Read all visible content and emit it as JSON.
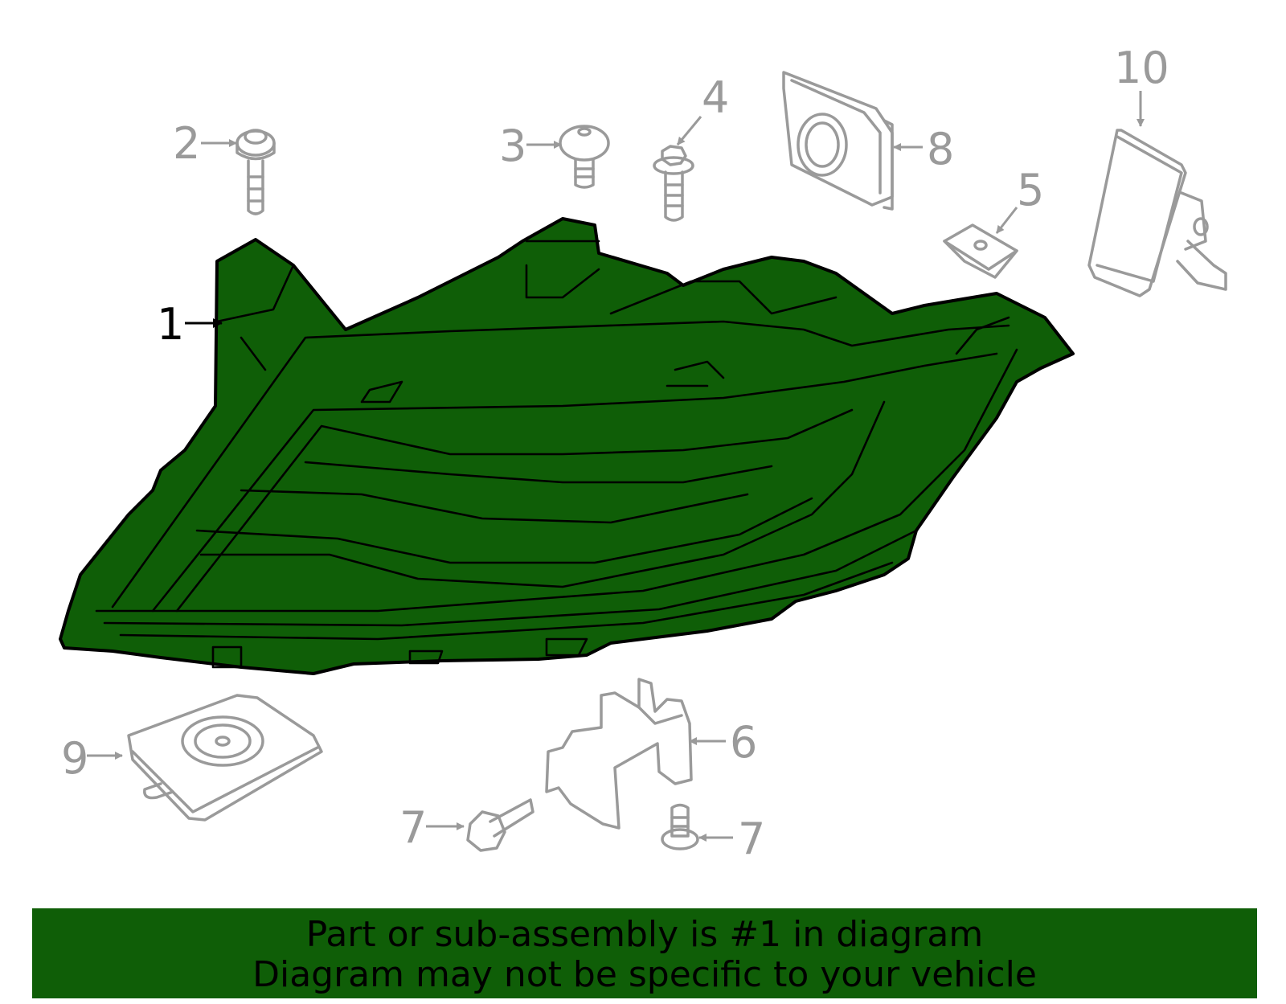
{
  "callouts": {
    "c1": "1",
    "c2": "2",
    "c3": "3",
    "c4": "4",
    "c5": "5",
    "c6": "6",
    "c7a": "7",
    "c7b": "7",
    "c8": "8",
    "c9": "9",
    "c10": "10"
  },
  "banner": {
    "line1": "Part or sub-assembly is #1 in diagram",
    "line2": "Diagram may not be specific to your vehicle"
  },
  "colors": {
    "highlight": "#0f5e07",
    "callout_gray": "#9a9a9a",
    "outline": "#000000"
  }
}
